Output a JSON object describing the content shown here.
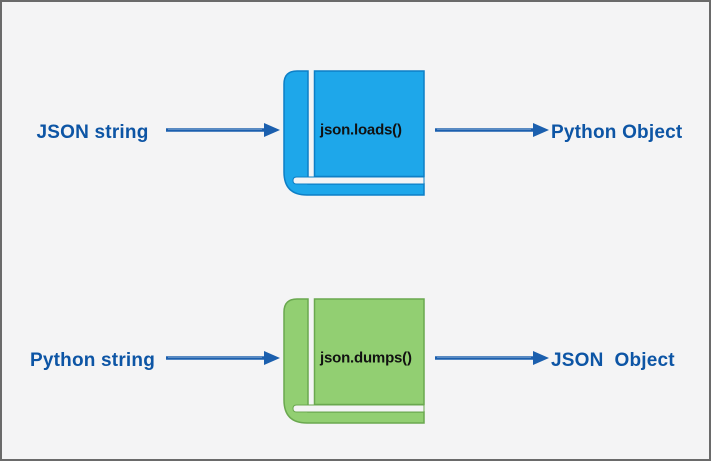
{
  "canvas": {
    "bg": "#f4f4f5",
    "border_color": "#6a6a6a"
  },
  "text_color": "#0d55a5",
  "arrow": {
    "color": "#1b5fae"
  },
  "rows": [
    {
      "input_label": "JSON string",
      "function_label": "json.loads()",
      "output_label": "Python Object",
      "book": {
        "icon": "book-icon",
        "fill": "#1ea7ea",
        "stroke": "#0d7fc6"
      }
    },
    {
      "input_label": "Python string",
      "function_label": "json.dumps()",
      "output_label": "JSON  Object",
      "book": {
        "icon": "book-icon",
        "fill": "#92cf72",
        "stroke": "#6aa84f"
      }
    }
  ]
}
